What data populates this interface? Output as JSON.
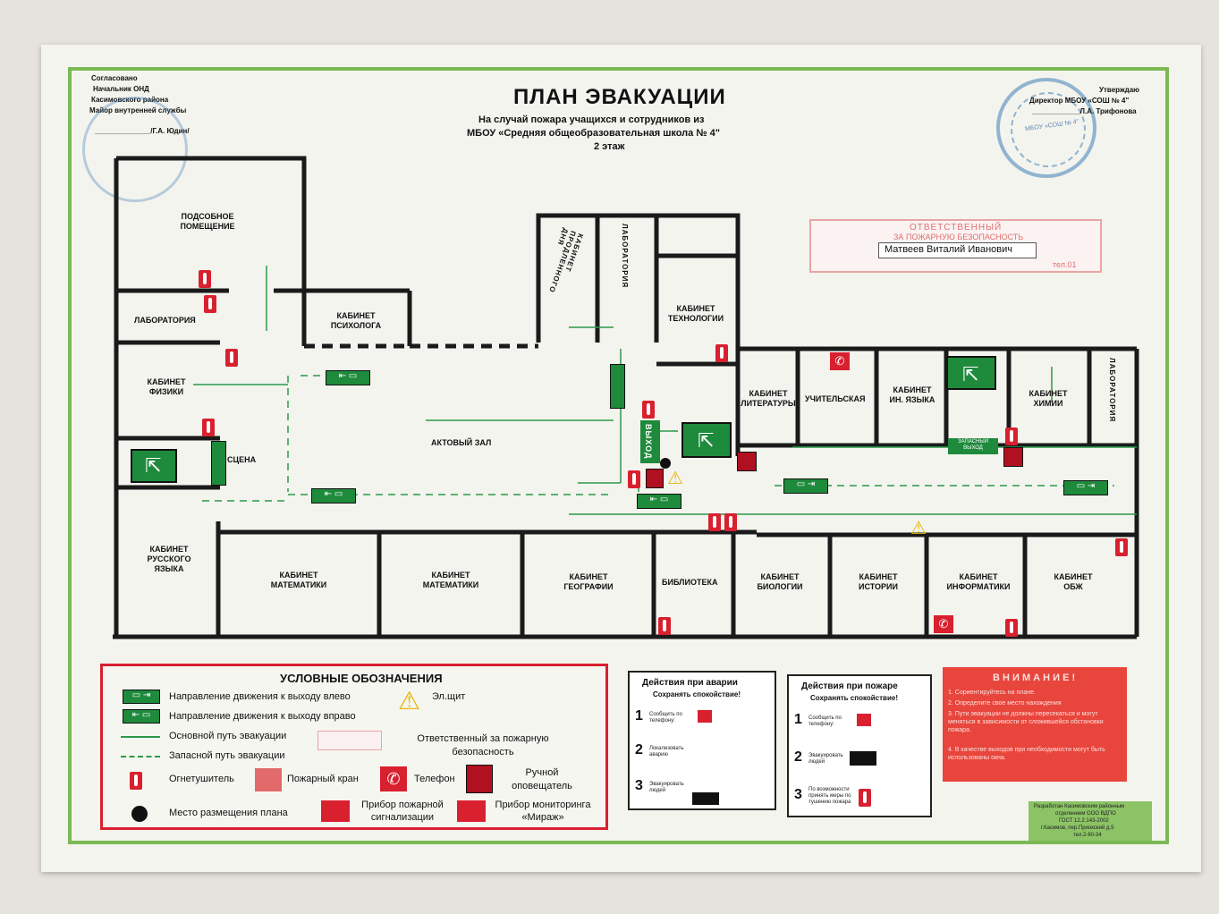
{
  "title": "ПЛАН ЭВАКУАЦИИ",
  "subtitle_line1": "На случай пожара   учащихся и сотрудников из",
  "subtitle_line2": "МБОУ «Средняя общеобразовательная школа № 4\"",
  "floor": "2 этаж",
  "approved_left": {
    "line1": "Согласовано",
    "line2": "Начальник ОНД",
    "line3": "Касимовского района",
    "line4": "Майор внутренней службы",
    "signature": "______________/Г.А. Юдин/"
  },
  "approved_right": {
    "line1": "Утверждаю",
    "line2": "Директор МБОУ «СОШ № 4\"",
    "line3": "____________Л.А. Трифонова",
    "stamp_text": "МБОУ «СОШ № 4\""
  },
  "responsible_card": {
    "header1": "ОТВЕТСТВЕННЫЙ",
    "header2": "ЗА ПОЖАРНУЮ БЕЗОПАСНОСТЬ",
    "name": "Матвеев Виталий Иванович",
    "phone_label": "тел.01"
  },
  "rooms": {
    "utility": "ПОДСОБНОЕ ПОМЕЩЕНИЕ",
    "lab1": "ЛАБОРАТОРИЯ",
    "psych": "КАБИНЕТ ПСИХОЛОГА",
    "physics": "КАБИНЕТ ФИЗИКИ",
    "stage": "СЦЕНА",
    "hall": "АКТОВЫЙ ЗАЛ",
    "russian": "КАБИНЕТ РУССКОГО ЯЗЫКА",
    "math1": "КАБИНЕТ МАТЕМАТИКИ",
    "math2": "КАБИНЕТ МАТЕМАТИКИ",
    "extended": "КАБИНЕТ ПРОДЛЕННОГО ДНЯ",
    "lab2": "ЛАБОРАТОРИЯ",
    "tech": "КАБИНЕТ ТЕХНОЛОГИИ",
    "geography": "КАБИНЕТ ГЕОГРАФИИ",
    "library": "БИБЛИОТЕКА",
    "literature": "КАБИНЕТ ЛИТЕРАТУРЫ",
    "teachers": "УЧИТЕЛЬСКАЯ",
    "foreign": "КАБИНЕТ ИН. ЯЗЫКА",
    "chemistry": "КАБИНЕТ ХИМИИ",
    "lab3": "ЛАБОРАТОРИЯ",
    "biology": "КАБИНЕТ БИОЛОГИИ",
    "history": "КАБИНЕТ ИСТОРИИ",
    "informatics": "КАБИНЕТ ИНФОРМАТИКИ",
    "obzh": "КАБИНЕТ ОБЖ"
  },
  "exit_label": "ВЫХОД",
  "spare_exit_label": "ЗАПАСНЫЙ ВЫХОД",
  "legend": {
    "title": "УСЛОВНЫЕ  ОБОЗНАЧЕНИЯ",
    "left_dir": "Направление движения к выходу влево",
    "right_dir": "Направление движения к выходу вправо",
    "panel": "Эл.щит",
    "main_path": "Основной путь эвакуации",
    "spare_path": "Запасной путь эвакуации",
    "responsible": "Ответственный за пожарную безопасность",
    "extinguisher": "Огнетушитель",
    "hydrant": "Пожарный кран",
    "phone": "Телефон",
    "alarm": "Ручной оповещатель",
    "plan_location": "Место размещения плана",
    "fire_alarm_device": "Прибор пожарной сигнализации",
    "monitoring_device": "Прибор мониторинга «Мираж»"
  },
  "accident_card": {
    "title": "Действия  при аварии",
    "subtitle": "Сохранять  спокойствие!",
    "step1": "Сообщить по телефону:",
    "step2": "Локализовать аварию",
    "step3": "Эвакуировать людей"
  },
  "fire_card": {
    "title": "Действия  при пожаре",
    "subtitle": "Сохранять  спокойствие!",
    "step1": "Сообщить по телефону:",
    "step2": "Эвакуировать людей",
    "step3": "По возможности принять меры по тушению пожара"
  },
  "attention": {
    "title": "В Н И М А Н И Е !",
    "items": [
      "1. Сориентируйтесь на плане.",
      "2. Определите свое место нахождения",
      "3. Пути эвакуации не должны пересекаться и могут меняться в зависимости от сложившейся обстановки пожара.",
      "4. В качестве выходов при необходимости могут быть использованы окна."
    ]
  },
  "developer": {
    "line1": "Разработан Касимовским районным",
    "line2": "отделением ООО ВДПО",
    "line3": "ГОСТ 12.2.143-2002",
    "line4": "г.Касимов, пер.Приокский д.5",
    "line5": "тел.2-60-34"
  },
  "colors": {
    "frame_green": "#7cb955",
    "sign_green": "#1e8a3c",
    "alarm_red": "#d8202f",
    "wall": "#1a1a1a",
    "stamp_blue": "#3f7fb8"
  }
}
